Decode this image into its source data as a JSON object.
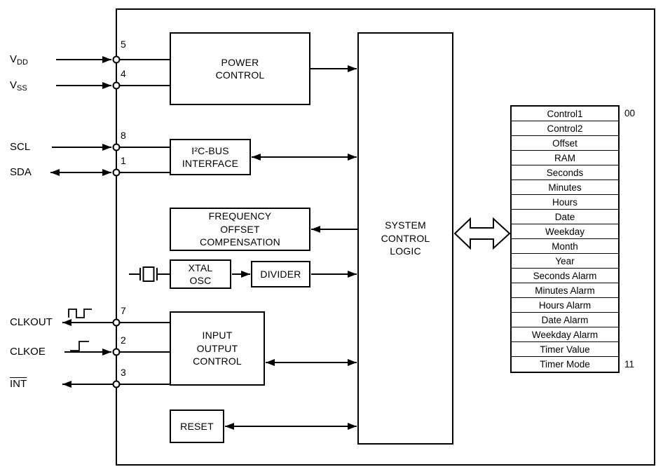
{
  "pins": {
    "vdd": {
      "base": "V",
      "sub": "DD",
      "number": "5"
    },
    "vss": {
      "base": "V",
      "sub": "SS",
      "number": "4"
    },
    "scl": {
      "label": "SCL",
      "number": "8"
    },
    "sda": {
      "label": "SDA",
      "number": "1"
    },
    "clkout": {
      "label": "CLKOUT",
      "number": "7"
    },
    "clkoe": {
      "label": "CLKOE",
      "number": "2"
    },
    "int": {
      "label": "INT",
      "number": "3"
    }
  },
  "blocks": {
    "power_control": "POWER\nCONTROL",
    "i2c_interface": "I²C-BUS\nINTERFACE",
    "freq_offset_comp": "FREQUENCY\nOFFSET\nCOMPENSATION",
    "xtal_osc": "XTAL\nOSC",
    "divider": "DIVIDER",
    "io_control": "INPUT\nOUTPUT\nCONTROL",
    "reset": "RESET",
    "system_control_logic": "SYSTEM\nCONTROL\nLOGIC"
  },
  "registers": {
    "start_address": "00",
    "end_address": "11",
    "rows": [
      "Control1",
      "Control2",
      "Offset",
      "RAM",
      "Seconds",
      "Minutes",
      "Hours",
      "Date",
      "Weekday",
      "Month",
      "Year",
      "Seconds Alarm",
      "Minutes Alarm",
      "Hours Alarm",
      "Date Alarm",
      "Weekday Alarm",
      "Timer Value",
      "Timer Mode"
    ]
  },
  "colors": {
    "line": "#000000",
    "background": "#ffffff"
  }
}
